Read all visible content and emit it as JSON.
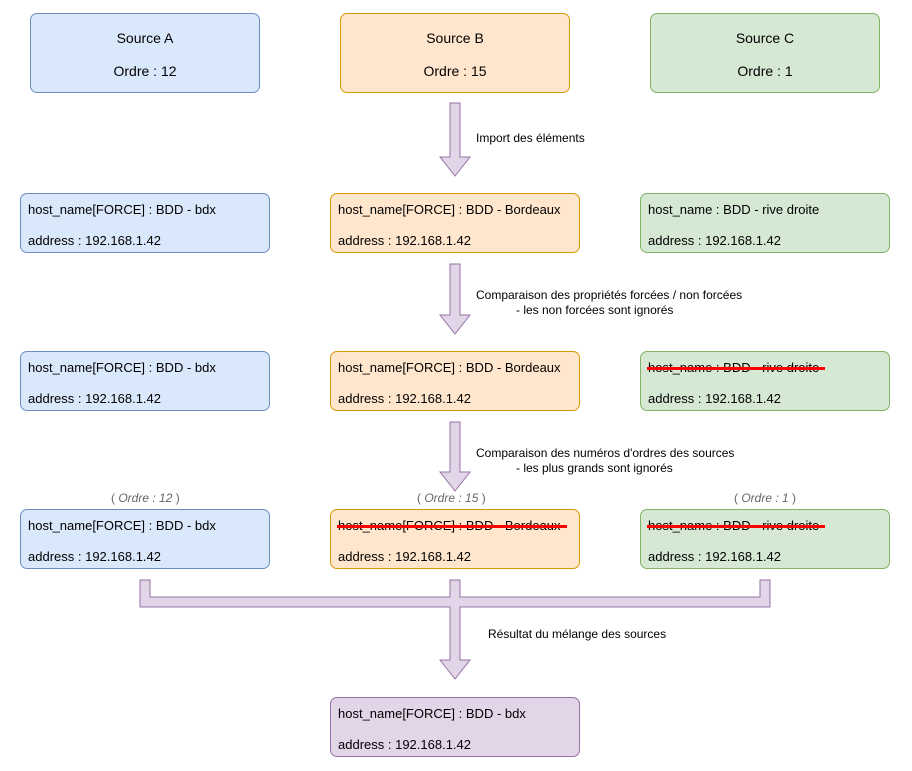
{
  "sources": [
    {
      "name": "Source A",
      "order": "Ordre : 12"
    },
    {
      "name": "Source B",
      "order": "Ordre : 15"
    },
    {
      "name": "Source C",
      "order": "Ordre : 1"
    }
  ],
  "steps": {
    "import": "Import des éléments",
    "compare_forced_1": "Comparaison des propriétés forcées / non forcées",
    "compare_forced_2": "- les non forcées sont ignorés",
    "compare_order_1": "Comparaison des numéros d'ordres des sources",
    "compare_order_2": "- les plus grands sont ignorés",
    "merge": "Résultat du mélange des sources"
  },
  "order_labels": {
    "a": {
      "open": "( ",
      "value": "Ordre : 12",
      "close": " )"
    },
    "b": {
      "open": "( ",
      "value": "Ordre : 15",
      "close": " )"
    },
    "c": {
      "open": "( ",
      "value": "Ordre : 1",
      "close": " )"
    }
  },
  "rows": [
    {
      "a": {
        "line1": "host_name[FORCE] : BDD - bdx",
        "line2": "address : 192.168.1.42"
      },
      "b": {
        "line1": "host_name[FORCE] : BDD - Bordeaux",
        "line2": "address : 192.168.1.42"
      },
      "c": {
        "line1": "host_name : BDD - rive droite",
        "line2": "address : 192.168.1.42"
      }
    },
    {
      "a": {
        "line1": "host_name[FORCE] : BDD - bdx",
        "line2": "address : 192.168.1.42"
      },
      "b": {
        "line1": "host_name[FORCE] : BDD - Bordeaux",
        "line2": "address : 192.168.1.42"
      },
      "c": {
        "line1": "host_name : BDD - rive droite",
        "line2": "address : 192.168.1.42",
        "line1_struck": true
      }
    },
    {
      "a": {
        "line1": "host_name[FORCE] : BDD - bdx",
        "line2": "address : 192.168.1.42"
      },
      "b": {
        "line1": "host_name[FORCE] : BDD - Bordeaux",
        "line2": "address : 192.168.1.42",
        "line1_struck": true
      },
      "c": {
        "line1": "host_name : BDD - rive droite",
        "line2": "address : 192.168.1.42",
        "line1_struck": true
      }
    }
  ],
  "result": {
    "line1": "host_name[FORCE] : BDD - bdx",
    "line2": "address : 192.168.1.42"
  },
  "colors": {
    "blue_fill": "#dae8fc",
    "blue_stroke": "#6c8ebf",
    "orange_fill": "#ffe6cc",
    "orange_stroke": "#d79b00",
    "green_fill": "#d5e8d4",
    "green_stroke": "#82b366",
    "purple_fill": "#e1d5e7",
    "purple_stroke": "#9673a6",
    "strike": "#ff0000"
  }
}
